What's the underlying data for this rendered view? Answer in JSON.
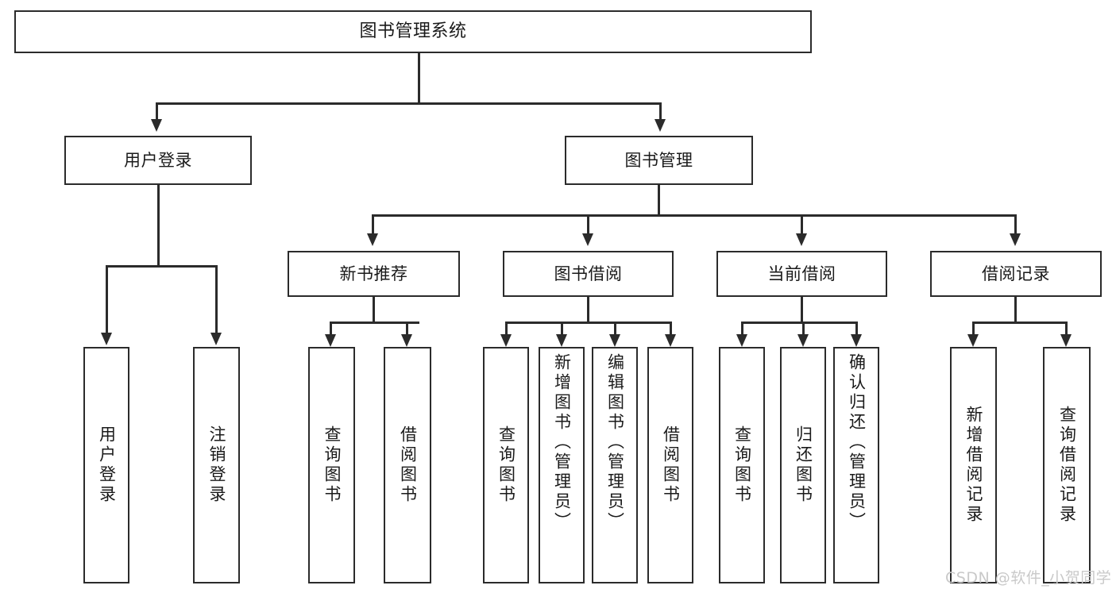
{
  "diagram": {
    "type": "tree-hierarchy-chart",
    "title": "图书管理系统",
    "watermark": "CSDN @软件_小贺同学",
    "colors": {
      "stroke": "#2b2b2b",
      "fill": "#ffffff",
      "text": "#1a1a1a",
      "watermark": "#c9c9c9"
    },
    "nodes": {
      "root": {
        "label": "图书管理系统"
      },
      "level2": [
        {
          "id": "user-login",
          "label": "用户登录"
        },
        {
          "id": "book-manage",
          "label": "图书管理"
        }
      ],
      "level3": [
        {
          "id": "new-book-recommend",
          "label": "新书推荐"
        },
        {
          "id": "book-borrow",
          "label": "图书借阅"
        },
        {
          "id": "current-borrow",
          "label": "当前借阅"
        },
        {
          "id": "borrow-record",
          "label": "借阅记录"
        }
      ],
      "leaves": {
        "user_login": [
          {
            "id": "leaf-user-login",
            "label": "用户登录"
          },
          {
            "id": "leaf-logout-login",
            "label": "注销登录"
          }
        ],
        "new_book_recommend": [
          {
            "id": "leaf-query-book-1",
            "label": "查询图书"
          },
          {
            "id": "leaf-borrow-book-1",
            "label": "借阅图书"
          }
        ],
        "book_borrow": [
          {
            "id": "leaf-query-book-2",
            "label": "查询图书"
          },
          {
            "id": "leaf-add-book",
            "label": "新增图书（管理员）"
          },
          {
            "id": "leaf-edit-book",
            "label": "编辑图书（管理员）"
          },
          {
            "id": "leaf-borrow-book-2",
            "label": "借阅图书"
          }
        ],
        "current_borrow": [
          {
            "id": "leaf-query-book-3",
            "label": "查询图书"
          },
          {
            "id": "leaf-return-book",
            "label": "归还图书"
          },
          {
            "id": "leaf-confirm-return",
            "label": "确认归还（管理员）"
          }
        ],
        "borrow_record": [
          {
            "id": "leaf-add-borrow-record",
            "label": "新增借阅记录"
          },
          {
            "id": "leaf-query-borrow-record",
            "label": "查询借阅记录"
          }
        ]
      }
    }
  }
}
